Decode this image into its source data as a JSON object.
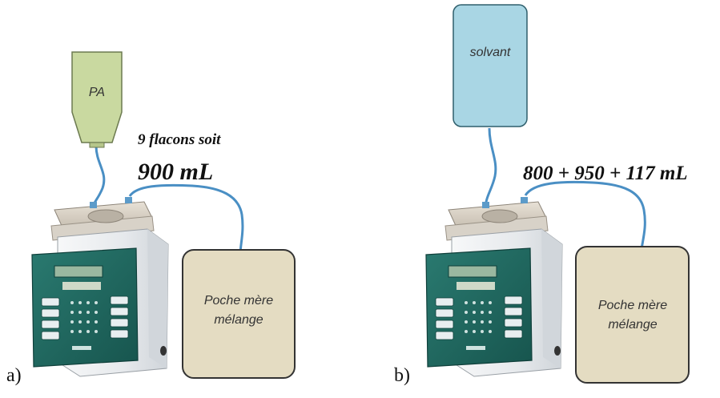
{
  "panel_a": {
    "letter": "a)",
    "source_label": "PA",
    "volume_caption": "9 flacons soit",
    "volume_value": "900 mL",
    "bag_line1": "Poche mère",
    "bag_line2": "mélange"
  },
  "panel_b": {
    "letter": "b)",
    "source_label": "solvant",
    "volume_value": "800 + 950 + 117 mL",
    "bag_line1": "Poche mère",
    "bag_line2": "mélange"
  },
  "colors": {
    "pa_container": "#c9d9a0",
    "solvent_container": "#a9d6e4",
    "bag": "#e4dcc2",
    "tube": "#4a8fc4",
    "device_body": "#eceff1",
    "device_panel": "#1f6a62"
  }
}
